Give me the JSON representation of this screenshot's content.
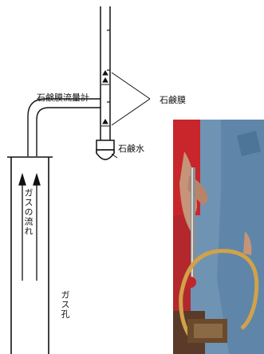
{
  "labels": {
    "flowmeter": "石鹸膜流量計",
    "soap_film": "石鹸膜",
    "soap_water": "石鹸水",
    "gas_flow": "ガスの流れ",
    "gas_hole": "ガス孔"
  },
  "photo": {
    "subject": "hand holding soap-film flowmeter connected by tube",
    "colors": {
      "red_background": "#c8262b",
      "shirt_blue": "#6f93b3",
      "skin": "#c69478",
      "tube_yellow": "#d1a24a"
    }
  }
}
